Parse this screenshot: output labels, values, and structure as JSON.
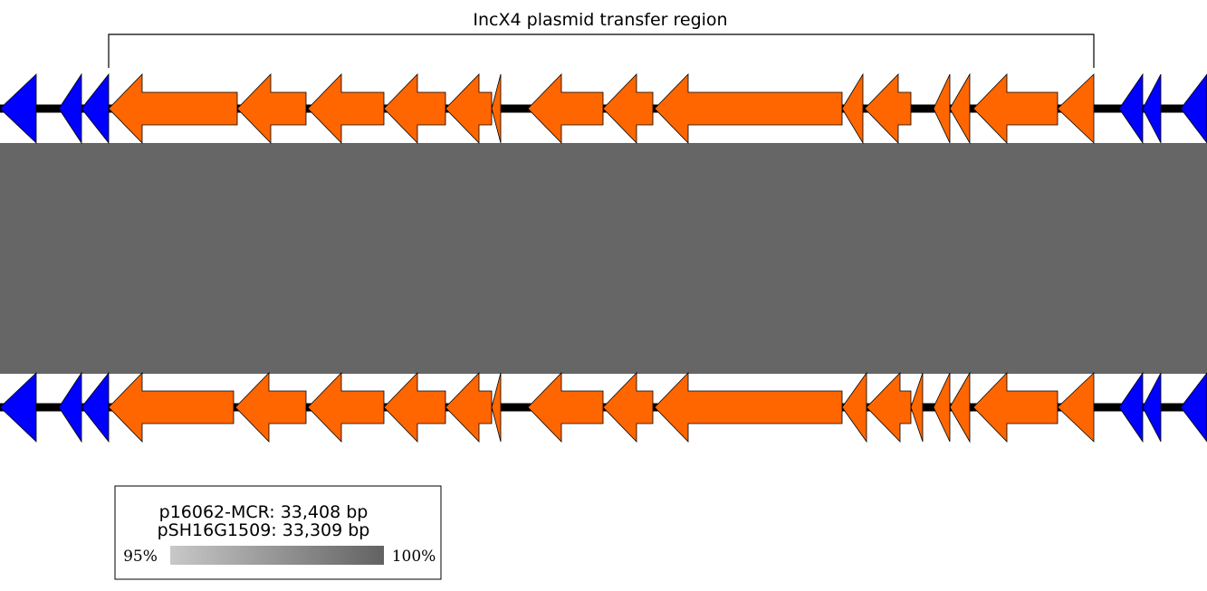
{
  "title": "IncX4 plasmid transfer region",
  "colors": {
    "transfer_gene": "#ff6600",
    "other_gene": "#0000ff",
    "backbone": "#000000",
    "homology": "#666666",
    "gradient_low": "#c8c8c8",
    "gradient_high": "#626262"
  },
  "tracks": [
    {
      "genes": [
        {
          "s": 0,
          "e": 40,
          "c": "other"
        },
        {
          "s": 65,
          "e": 90,
          "c": "other"
        },
        {
          "s": 90,
          "e": 120,
          "c": "other"
        },
        {
          "s": 120,
          "e": 262,
          "c": "transfer"
        },
        {
          "s": 262,
          "e": 338,
          "c": "transfer"
        },
        {
          "s": 340,
          "e": 424,
          "c": "transfer"
        },
        {
          "s": 424,
          "e": 492,
          "c": "transfer"
        },
        {
          "s": 492,
          "e": 543,
          "c": "transfer"
        },
        {
          "s": 543,
          "e": 553,
          "c": "transfer"
        },
        {
          "s": 583,
          "e": 666,
          "c": "transfer"
        },
        {
          "s": 666,
          "e": 721,
          "c": "transfer"
        },
        {
          "s": 723,
          "e": 930,
          "c": "transfer"
        },
        {
          "s": 930,
          "e": 953,
          "c": "transfer"
        },
        {
          "s": 955,
          "e": 1006,
          "c": "transfer"
        },
        {
          "s": 1031,
          "e": 1049,
          "c": "transfer"
        },
        {
          "s": 1049,
          "e": 1071,
          "c": "transfer"
        },
        {
          "s": 1075,
          "e": 1168,
          "c": "transfer"
        },
        {
          "s": 1168,
          "e": 1208,
          "c": "transfer"
        },
        {
          "s": 1236,
          "e": 1262,
          "c": "other"
        },
        {
          "s": 1262,
          "e": 1282,
          "c": "other"
        },
        {
          "s": 1304,
          "e": 1333,
          "c": "other"
        }
      ]
    },
    {
      "genes": [
        {
          "s": 0,
          "e": 40,
          "c": "other"
        },
        {
          "s": 65,
          "e": 90,
          "c": "other"
        },
        {
          "s": 90,
          "e": 120,
          "c": "other"
        },
        {
          "s": 120,
          "e": 258,
          "c": "transfer"
        },
        {
          "s": 260,
          "e": 338,
          "c": "transfer"
        },
        {
          "s": 340,
          "e": 424,
          "c": "transfer"
        },
        {
          "s": 424,
          "e": 492,
          "c": "transfer"
        },
        {
          "s": 492,
          "e": 543,
          "c": "transfer"
        },
        {
          "s": 543,
          "e": 553,
          "c": "transfer"
        },
        {
          "s": 583,
          "e": 666,
          "c": "transfer"
        },
        {
          "s": 666,
          "e": 721,
          "c": "transfer"
        },
        {
          "s": 723,
          "e": 930,
          "c": "transfer"
        },
        {
          "s": 930,
          "e": 957,
          "c": "transfer"
        },
        {
          "s": 957,
          "e": 1006,
          "c": "transfer"
        },
        {
          "s": 1006,
          "e": 1019,
          "c": "transfer"
        },
        {
          "s": 1031,
          "e": 1049,
          "c": "transfer"
        },
        {
          "s": 1049,
          "e": 1071,
          "c": "transfer"
        },
        {
          "s": 1075,
          "e": 1168,
          "c": "transfer"
        },
        {
          "s": 1168,
          "e": 1208,
          "c": "transfer"
        },
        {
          "s": 1236,
          "e": 1262,
          "c": "other"
        },
        {
          "s": 1262,
          "e": 1282,
          "c": "other"
        },
        {
          "s": 1304,
          "e": 1333,
          "c": "other"
        }
      ]
    }
  ],
  "transfer_region": {
    "start": 120,
    "end": 1208
  },
  "legend": {
    "line1": "p16062-MCR: 33,408 bp",
    "line2": "pSH16G1509: 33,309 bp",
    "min_label": "95%",
    "max_label": "100%"
  }
}
